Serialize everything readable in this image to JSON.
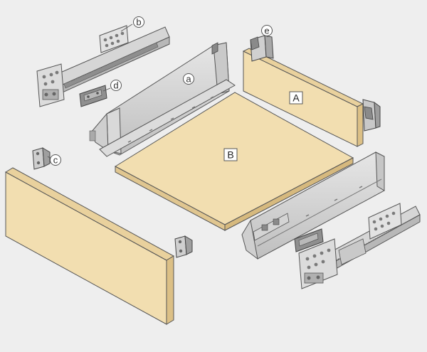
{
  "callouts": {
    "a": "a",
    "b": "b",
    "c": "c",
    "d": "d",
    "e": "e"
  },
  "panel_labels": {
    "A": "A",
    "B": "B"
  },
  "colors": {
    "background": "#eeeeee",
    "wood_face": "#f2deb0",
    "wood_edge": "#e0c690",
    "metal_light": "#d9d9d9",
    "metal_mid": "#bdbdbd",
    "metal_dark": "#8e8e8e",
    "outline": "#555555"
  },
  "icons": {
    "drawer_side": "drawer-side-icon",
    "runner": "runner-icon",
    "front_bracket": "front-fixing-bracket-icon",
    "coupling": "coupling-icon",
    "back_bracket": "back-bracket-icon"
  }
}
